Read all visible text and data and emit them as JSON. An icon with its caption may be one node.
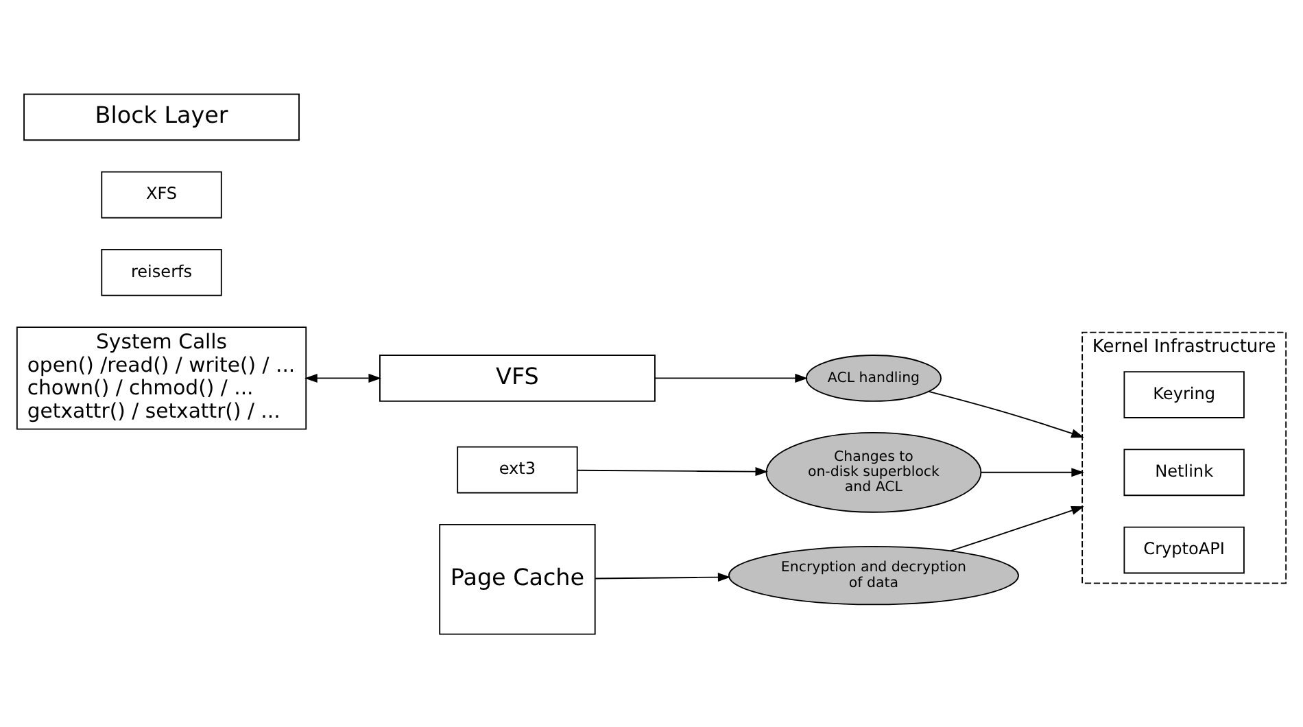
{
  "diagram": {
    "nodes": [
      {
        "text": [
          "System Calls",
          "open() /read() / write() / ... chown() / chmod() / ... getxattr() / setxattr() / ..."
        ]
      },
      {
        "text": [
          "VFS"
        ]
      },
      {
        "text": [
          "reiserfs"
        ]
      },
      {
        "text": [
          "XFS"
        ]
      },
      {
        "text": [
          "ext3"
        ]
      },
      {
        "text": [
          "Page Cache"
        ]
      },
      {
        "text": [
          "Block Layer"
        ]
      },
      {
        "text": [
          "ACL handling"
        ]
      },
      {
        "text": [
          "Changes to on-disk superblock and ACL"
        ]
      },
      {
        "text": [
          "Encryption and decryption of data"
        ]
      },
      {
        "text": [
          "Kernel Infrastructure"
        ]
      },
      {
        "text": [
          "Keyring"
        ],
        "in": 10
      },
      {
        "text": [
          "Netlink"
        ],
        "in": 10
      },
      {
        "text": [
          "CryptoAPI"
        ],
        "in": 10
      }
    ],
    "edges": [
      {
        "from": 0,
        "to": 1,
        "arrow": "both"
      },
      {
        "from": 1,
        "to": 7,
        "arrow": "to"
      },
      {
        "from": 4,
        "to": 8,
        "arrow": "to"
      },
      {
        "from": 5,
        "to": 9,
        "arrow": "to"
      },
      {
        "from": 7,
        "to": 10,
        "arrow": "to"
      },
      {
        "from": 8,
        "to": 10,
        "arrow": "to"
      },
      {
        "from": 9,
        "to": 10,
        "arrow": "to"
      }
    ]
  }
}
